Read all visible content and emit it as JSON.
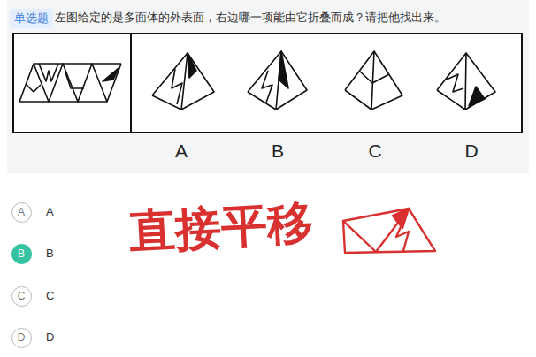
{
  "diagram": {
    "nodes": [
      {
        "text": [
          "单选题"
        ]
      },
      {
        "text": [
          "A"
        ]
      },
      {
        "text": [
          "B"
        ]
      },
      {
        "text": [
          "C"
        ]
      },
      {
        "text": [
          "D"
        ]
      }
    ],
    "labels": [
      "左图给定的是多面体的外表面，右边哪一项能由它折叠而成？请把他找出来。",
      "A",
      "B",
      "C",
      "D",
      "A",
      "B",
      "C",
      "D",
      "直接平移"
    ]
  }
}
